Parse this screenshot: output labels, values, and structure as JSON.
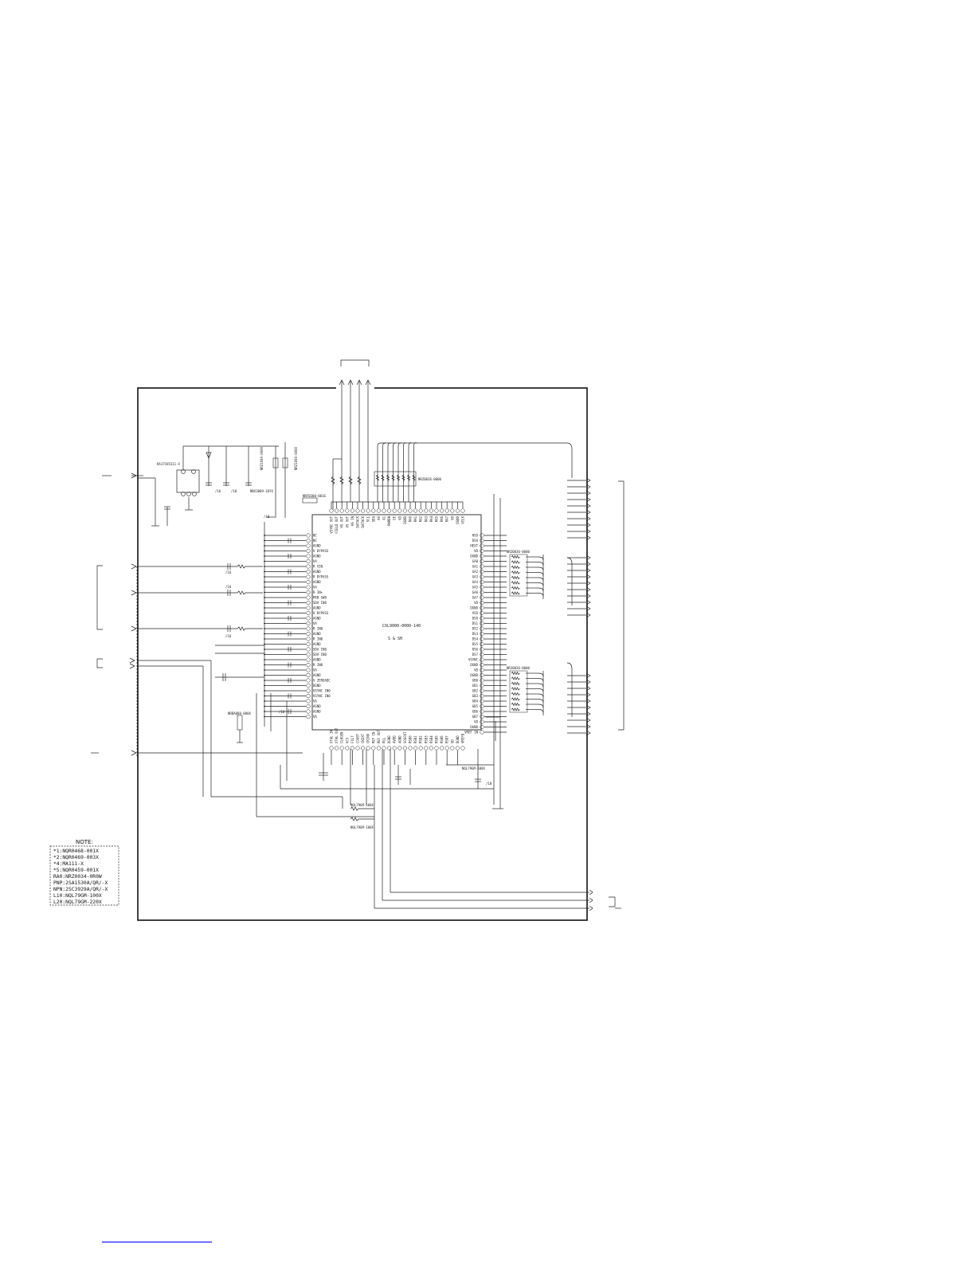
{
  "main_ic": {
    "part_number": "CXL9000-0000-140",
    "sub_label": "S & SH",
    "left_pins": [
      "NC",
      "NC",
      "AGND",
      "V BYPASS",
      "AGND",
      "VA",
      "R VIN",
      "AGND",
      "R BYPASS",
      "AGND",
      "VA",
      "R IN+",
      "MSB SW0",
      "SDA IN0",
      "AGND",
      "V BYPASS",
      "AGND",
      "VA",
      "R IN0",
      "AGND",
      "R IN0",
      "AGND",
      "SDA IN0",
      "SDA IN0",
      "AGND",
      "R IN0",
      "VA",
      "AGND",
      "V ZEROADC",
      "DGND",
      "VSYNC IN0",
      "VSYNC IN0",
      "VA",
      "AGND",
      "AGND",
      "VA"
    ],
    "right_pins": [
      "HSO",
      "DSO",
      "HEXT",
      "VD",
      "DGND",
      "GA0",
      "GA1",
      "GA2",
      "GA3",
      "GA4",
      "GA5",
      "GA6",
      "GA7",
      "VD",
      "DGND",
      "VSO",
      "DSO",
      "DS1",
      "DS2",
      "DS3",
      "DS4",
      "DS5",
      "DS6",
      "DS7",
      "VSYNC",
      "DGND",
      "VD",
      "DGND",
      "GB0",
      "GB1",
      "GB2",
      "GB3",
      "GB4",
      "GB5",
      "GB6",
      "GB7",
      "VD",
      "DGND",
      "VREF IN"
    ],
    "top_pins": [
      "VSYNC OUT",
      "FIELD OUT",
      "HS OUT",
      "VS OUT",
      "HS IN",
      "DATACK",
      "DATACK",
      "SCL",
      "SDA",
      "A0",
      "A1",
      "PWRDN",
      "OE",
      "VD",
      "DGND",
      "RA0",
      "RA1",
      "RA2",
      "RA3",
      "RA4",
      "RA5",
      "RA6",
      "RA7",
      "VD",
      "DGND",
      "VCLK"
    ],
    "bottom_pins": [
      "XTAL IN",
      "XTAL OUT",
      "CLKGEN",
      "VCO",
      "FILT",
      "COAST",
      "CKEXT",
      "CKINV",
      "REF IN",
      "REF OUT",
      "PLL",
      "DGND",
      "AVDD",
      "AGND",
      "SOGOUT",
      "RSB0",
      "RSB1",
      "RSB2",
      "RSB3",
      "RSB4",
      "RSB5",
      "RSB6",
      "RSB7",
      "VD",
      "DGND",
      "VREFB"
    ]
  },
  "components": {
    "regulator": "RA17CH5311-X",
    "ic_b": "NBX3009-10YX",
    "resistor_top": "NRZ1000-0000",
    "resistor_top_b": "NRZ1000-0000",
    "filter": "NRFB300-0016",
    "array_top": "NRZ0036-0000",
    "array_right_a": "NRZ0036-0000",
    "array_right_b": "NRZ0036-0000",
    "crystal": "NRBA000-000X",
    "inductor_a": "NQL79GM-100X",
    "inductor_b": "NQL79GM-100X",
    "inductor_c": "NQL79GM-100X",
    "cap_labels": [
      "/10",
      "/16",
      "/16",
      "/16",
      "/16",
      "/10",
      "/10",
      "/10"
    ]
  },
  "note": {
    "title": "NOTE:",
    "lines": [
      "*1:NQR0468-001X",
      "*2:NQR0469-003X",
      "*4:MA111-X",
      "*5:NQR0459-001X",
      "RA0:NRZ0034-0R0W",
      "PNP:2SA1530A/QR/-X",
      "NPN:2SC3929A/QR/-X",
      "L10:NQL79GM-100X",
      "L20:NQL79GM-220X"
    ]
  },
  "colors": {
    "ink": "#222222",
    "paper": "#ffffff",
    "link": "#1a1aff"
  }
}
